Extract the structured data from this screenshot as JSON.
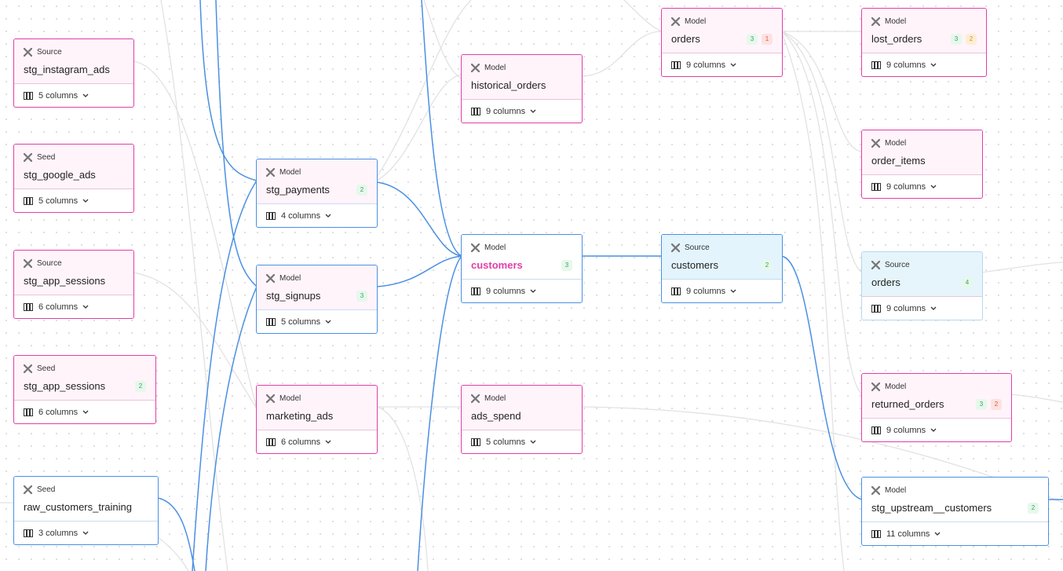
{
  "nodes": [
    {
      "kind": "Source",
      "name": "stg_instagram_ads",
      "columns": "5 columns",
      "badges": []
    },
    {
      "kind": "Seed",
      "name": "stg_google_ads",
      "columns": "5 columns",
      "badges": []
    },
    {
      "kind": "Source",
      "name": "stg_app_sessions",
      "columns": "6 columns",
      "badges": []
    },
    {
      "kind": "Seed",
      "name": "stg_app_sessions",
      "columns": "6 columns",
      "badges": [
        {
          "text": "2",
          "tone": "green"
        }
      ]
    },
    {
      "kind": "Seed",
      "name": "raw_customers_training",
      "columns": "3 columns",
      "badges": []
    },
    {
      "kind": "Model",
      "name": "stg_payments",
      "columns": "4 columns",
      "badges": [
        {
          "text": "2",
          "tone": "green"
        }
      ]
    },
    {
      "kind": "Model",
      "name": "stg_signups",
      "columns": "5 columns",
      "badges": [
        {
          "text": "3",
          "tone": "green"
        }
      ]
    },
    {
      "kind": "Model",
      "name": "marketing_ads",
      "columns": "6 columns",
      "badges": []
    },
    {
      "kind": "Model",
      "name": "historical_orders",
      "columns": "9 columns",
      "badges": []
    },
    {
      "kind": "Model",
      "name": "customers",
      "columns": "9 columns",
      "badges": [
        {
          "text": "3",
          "tone": "green"
        }
      ]
    },
    {
      "kind": "Model",
      "name": "ads_spend",
      "columns": "5 columns",
      "badges": []
    },
    {
      "kind": "Model",
      "name": "orders",
      "columns": "9 columns",
      "badges": [
        {
          "text": "3",
          "tone": "green"
        },
        {
          "text": "1",
          "tone": "red"
        }
      ]
    },
    {
      "kind": "Source",
      "name": "customers",
      "columns": "9 columns",
      "badges": [
        {
          "text": "2",
          "tone": "green"
        }
      ]
    },
    {
      "kind": "Model",
      "name": "lost_orders",
      "columns": "9 columns",
      "badges": [
        {
          "text": "3",
          "tone": "green"
        },
        {
          "text": "2",
          "tone": "orange"
        }
      ]
    },
    {
      "kind": "Model",
      "name": "order_items",
      "columns": "9 columns",
      "badges": []
    },
    {
      "kind": "Source",
      "name": "orders",
      "columns": "9 columns",
      "badges": [
        {
          "text": "4",
          "tone": "green"
        }
      ]
    },
    {
      "kind": "Model",
      "name": "returned_orders",
      "columns": "9 columns",
      "badges": [
        {
          "text": "3",
          "tone": "green"
        },
        {
          "text": "2",
          "tone": "red"
        }
      ]
    },
    {
      "kind": "Model",
      "name": "stg_upstream__customers",
      "columns": "11 columns",
      "badges": [
        {
          "text": "2",
          "tone": "green"
        }
      ]
    }
  ],
  "colors": {
    "magenta": "#e23ea8",
    "blue": "#4a90e2",
    "gray_edge": "#e2e2e2"
  },
  "icons": {
    "node_kind": "dbt-logo-icon",
    "columns": "columns-icon",
    "expand": "chevron-down-icon"
  }
}
